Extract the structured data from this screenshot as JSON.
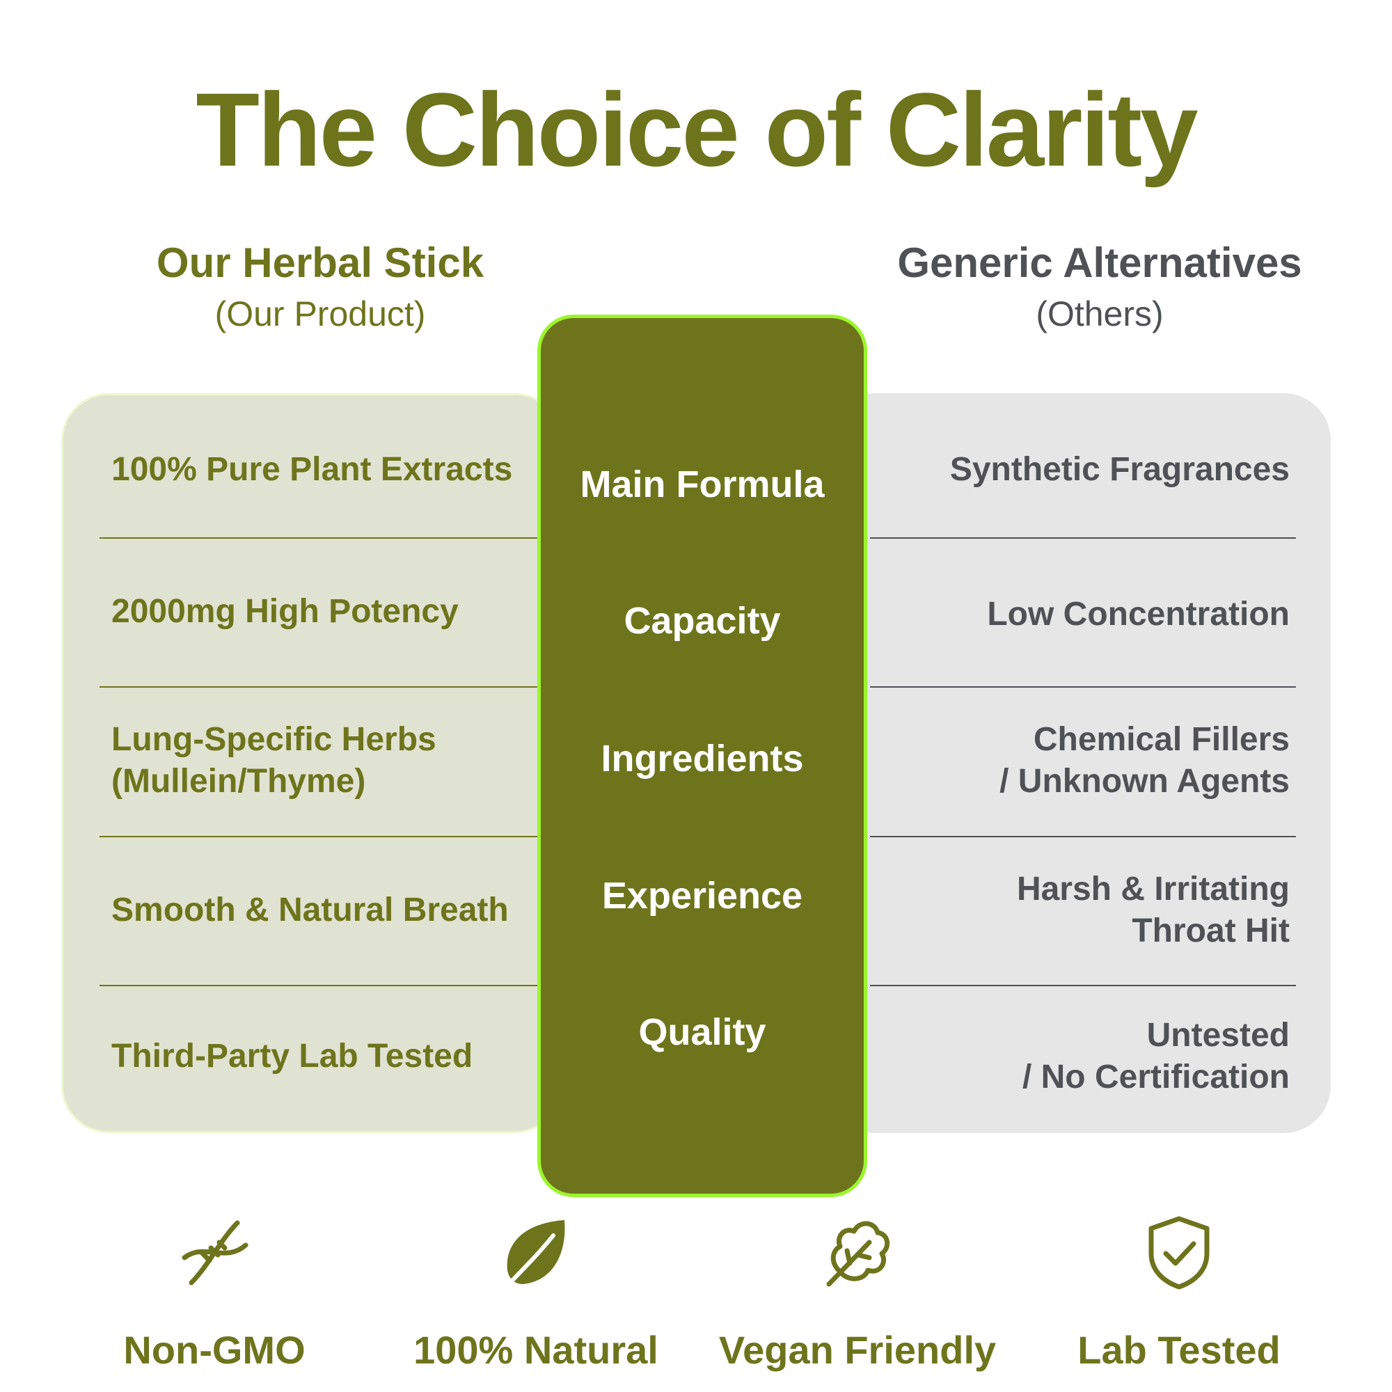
{
  "title": "The Choice of Clarity",
  "columns": {
    "ours": {
      "title": "Our Herbal Stick",
      "subtitle": "(Our Product)"
    },
    "others": {
      "title": "Generic Alternatives",
      "subtitle": "(Others)"
    }
  },
  "rows": [
    {
      "criterion": "Main Formula",
      "ours": "100% Pure Plant Extracts",
      "others": "Synthetic Fragrances"
    },
    {
      "criterion": "Capacity",
      "ours": "2000mg High Potency",
      "others": "Low Concentration"
    },
    {
      "criterion": "Ingredients",
      "ours": "Lung-Specific Herbs\n(Mullein/Thyme)",
      "others": "Chemical Fillers\n/ Unknown Agents"
    },
    {
      "criterion": "Experience",
      "ours": "Smooth & Natural Breath",
      "others": "Harsh & Irritating\nThroat Hit"
    },
    {
      "criterion": "Quality",
      "ours": "Third-Party Lab Tested",
      "others": "Untested\n/ No Certification"
    }
  ],
  "badges": [
    {
      "icon": "dna-icon",
      "label": "Non-GMO"
    },
    {
      "icon": "leaf-icon",
      "label": "100% Natural"
    },
    {
      "icon": "vegan-leaf-icon",
      "label": "Vegan Friendly"
    },
    {
      "icon": "shield-check-icon",
      "label": "Lab Tested"
    }
  ],
  "colors": {
    "brand_olive": "#6e741c",
    "neon_green_border": "#9cf52f",
    "ours_panel": "#e0e3d1",
    "others_panel": "#e6e6e6",
    "others_text": "#4f5155"
  }
}
